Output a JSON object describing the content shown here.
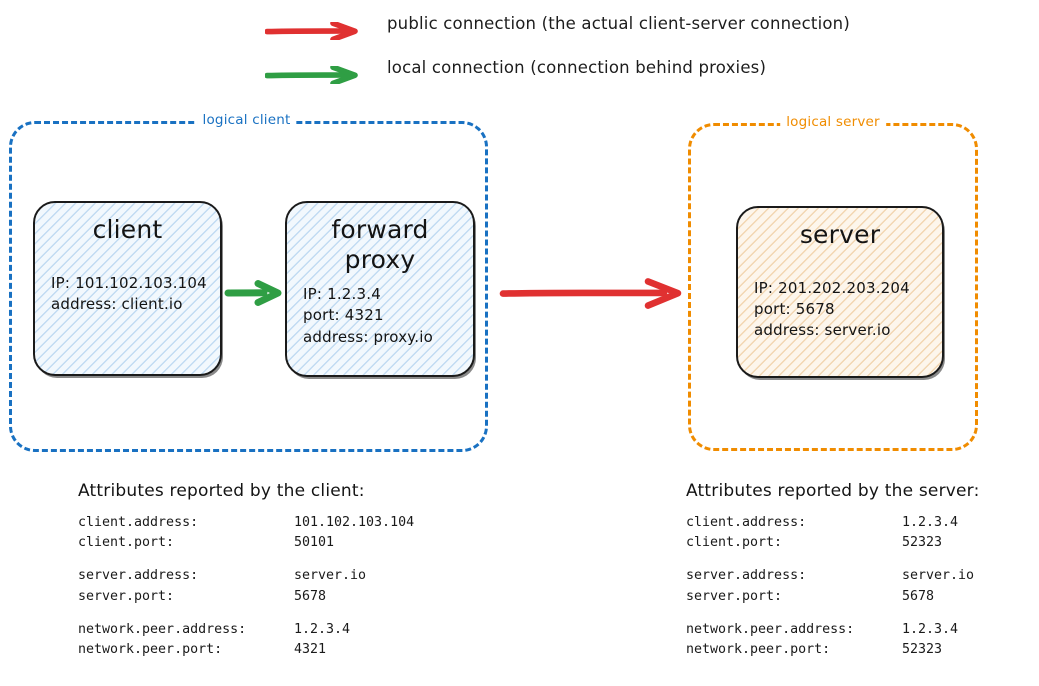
{
  "legend": {
    "items": [
      {
        "icon": "red-arrow-icon",
        "color": "#e03131",
        "label": "public connection (the actual client-server connection)"
      },
      {
        "icon": "green-arrow-icon",
        "color": "#2f9e44",
        "label": "local connection (connection behind proxies)"
      }
    ]
  },
  "groups": {
    "client": {
      "label": "logical client",
      "color": "#1971c2"
    },
    "server": {
      "label": "logical server",
      "color": "#f08c00"
    }
  },
  "nodes": {
    "client": {
      "title": "client",
      "attrs": [
        "IP: 101.102.103.104",
        "address: client.io"
      ]
    },
    "proxy": {
      "title": "forward\nproxy",
      "attrs": [
        "IP: 1.2.3.4",
        "port: 4321",
        "address: proxy.io"
      ]
    },
    "server": {
      "title": "server",
      "attrs": [
        "IP: 201.202.203.204",
        "port: 5678",
        "address: server.io"
      ]
    }
  },
  "arrows": {
    "local": {
      "icon": "green-arrow-icon",
      "color": "#2f9e44",
      "from": "client",
      "to": "forward proxy"
    },
    "public": {
      "icon": "red-arrow-icon",
      "color": "#e03131",
      "from": "logical client",
      "to": "logical server"
    }
  },
  "attribute_tables": {
    "client": {
      "heading": "Attributes reported by the client:",
      "rows": [
        {
          "key": "client.address:",
          "value": "101.102.103.104"
        },
        {
          "key": "client.port:",
          "value": "50101"
        },
        {
          "key": "server.address:",
          "value": "server.io"
        },
        {
          "key": "server.port:",
          "value": "5678"
        },
        {
          "key": "network.peer.address:",
          "value": "1.2.3.4"
        },
        {
          "key": "network.peer.port:",
          "value": "4321"
        }
      ]
    },
    "server": {
      "heading": "Attributes reported by the server:",
      "rows": [
        {
          "key": "client.address:",
          "value": "1.2.3.4"
        },
        {
          "key": "client.port:",
          "value": "52323"
        },
        {
          "key": "server.address:",
          "value": "server.io"
        },
        {
          "key": "server.port:",
          "value": "5678"
        },
        {
          "key": "network.peer.address:",
          "value": "1.2.3.4"
        },
        {
          "key": "network.peer.port:",
          "value": "52323"
        }
      ]
    }
  }
}
